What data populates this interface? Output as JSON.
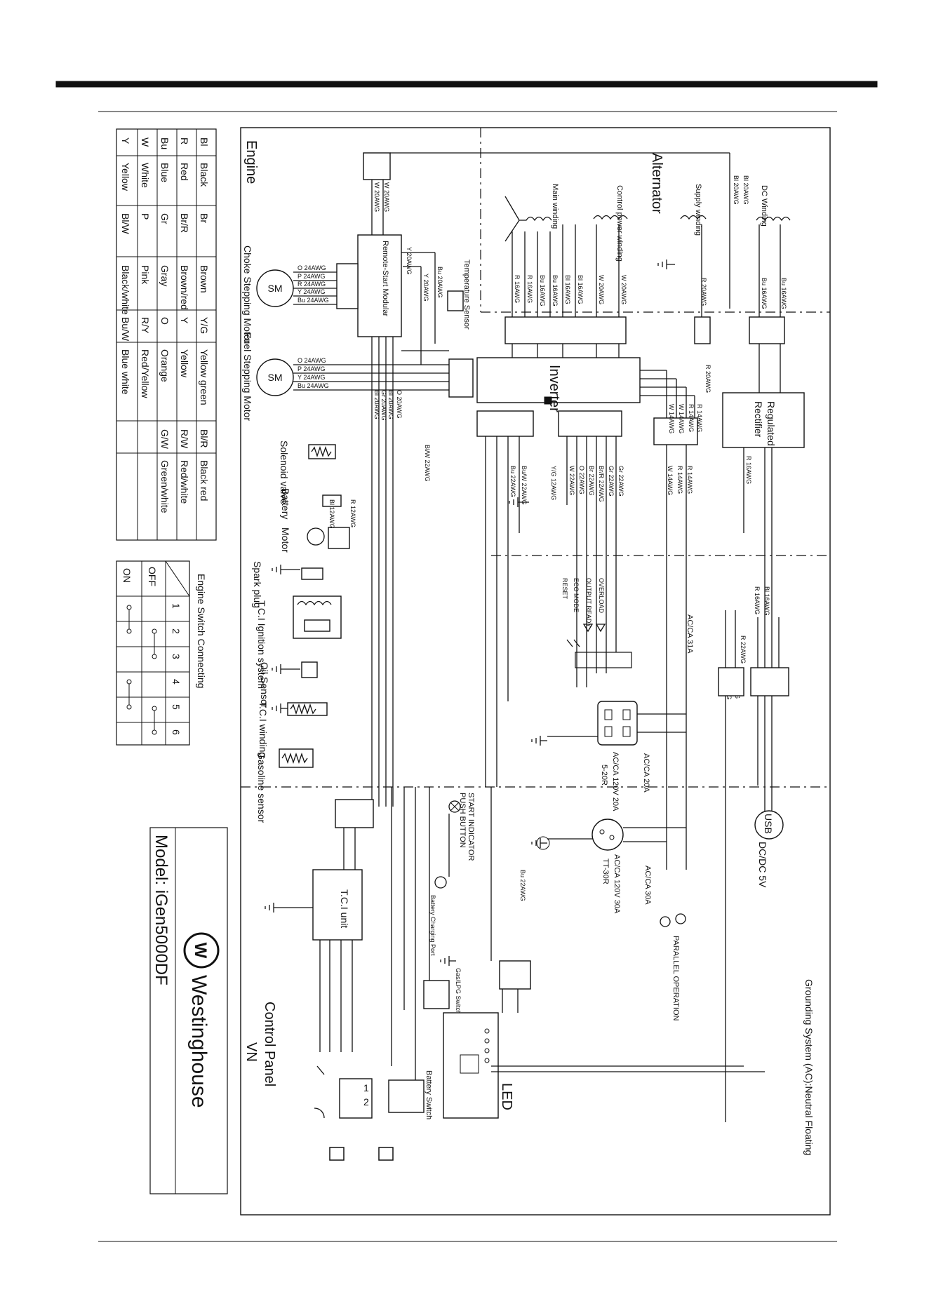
{
  "sections": {
    "engine": "Engine",
    "alternator": "Alternator",
    "control_panel": "Control Panel",
    "control_panel_sub": "VN",
    "grounding": "Grounding System (AC):Neutral Floating"
  },
  "components": {
    "inverter": "Inverter",
    "rectifier_line1": "Regulated",
    "rectifier_line2": "Rectifier",
    "remote_start": "Remote-Start Modular",
    "tci_unit": "T.C.I unit",
    "temperature_sensor": "Temperature Sensor",
    "usb": "USB",
    "usb_rating": "DC/DC 5V",
    "choke_motor": "Choke Stepping Motor",
    "fuel_motor": "Fuel Stepping Motor",
    "sm": "SM",
    "solenoid_valve": "Solenoid valve",
    "battery": "Battery",
    "motor": "Motor",
    "spark_plug": "Spark plug",
    "tci_ignition": "T.C.I Ignition system",
    "oil_sensor": "Oil Sensor",
    "tci_winding": "T.C.I winding",
    "gasoline_sensor": "Gasoline sensor",
    "main_winding": "Main winding",
    "control_power_winding": "Control power winding",
    "supply_winding": "Supply winding",
    "dc_winding": "DC Winding",
    "start_indicator": "START INDICATOR",
    "push_button": "PUSH BUTTON",
    "battery_charging_port": "Battery Charging Port",
    "gas_lpg_switch": "Gas/LPG Switch",
    "battery_switch": "Battery Switch",
    "led": "LED",
    "parallel_operation": "PARALLEL OPERATION",
    "outlet_20a_line1": "AC/CA 120V 20A",
    "outlet_20a_line2": "5-20R",
    "outlet_30a_line1": "AC/CA 120V 30A",
    "outlet_30a_line2": "TT-30R",
    "breaker_20a": "AC/CA 20A",
    "breaker_30a": "AC/CA 30A",
    "breaker_31a": "AC/CA 31A",
    "indicator_overload": "OVERLOAD",
    "indicator_output_ready": "OUTPUT READY",
    "indicator_eco_mode": "ECO MODE",
    "indicator_reset": "RESET"
  },
  "wire_labels": {
    "choke": [
      "O 24AWG",
      "P 24AWG",
      "R 24AWG",
      "Y 24AWG",
      "Bu 24AWG"
    ],
    "fuel": [
      "O 24AWG",
      "P 24AWG",
      "Y 24AWG",
      "Bu 24AWG"
    ],
    "inverter_left_bottom": [
      "Bl 20AWG",
      "Gr 20AWG",
      "Bl 20AWG",
      "O 20AWG"
    ],
    "inverter_bottom": [
      "Bu 22AWG",
      "Bu/W 22AWG",
      "Y/G 12AWG",
      "W 22AWG",
      "O 22AWG",
      "Br 22AWG",
      "Br/R 22AWG",
      "Gr 22AWG",
      "Gr 22AWG",
      "W 14AWG",
      "R 14AWG",
      "R 14AWG"
    ],
    "alternator_top": [
      "R 16AWG",
      "R 16AWG",
      "Bu 16AWG",
      "Bu 16AWG",
      "Bl 16AWG",
      "Bl 16AWG",
      "W 20AWG",
      "W 20AWG"
    ],
    "inverter_right": [
      "W 14AWG",
      "W 14AWG",
      "R 14AWG",
      "R 14AWG"
    ],
    "misc": [
      "W 20AWG",
      "W 20AWG",
      "Y 20AWG",
      "Y 20AWG",
      "Bu 20AWG",
      "Bl/W 22AWG",
      "R 12AWG",
      "Bl 12AWG",
      "R 20AWG",
      "R 20AWG",
      "Bu 16AWG",
      "Bu 16AWG",
      "Bl 20AWG",
      "Bl 20AWG",
      "R 16AWG",
      "R 20AWG",
      "Bl 20AWG",
      "R 22AWG",
      "Bl 16AWG",
      "R 16AWG",
      "Bu 22AWG"
    ]
  },
  "color_legend": [
    [
      "Bl",
      "Black",
      "Br",
      "Brown",
      "Y/G",
      "Yellow green",
      "Bl/R",
      "Black red"
    ],
    [
      "R",
      "Red",
      "Br/R",
      "Brown/red",
      "Y",
      "Yellow",
      "R/W",
      "Red/white"
    ],
    [
      "Bu",
      "Blue",
      "Gr",
      "Gray",
      "O",
      "Orange",
      "G/W",
      "Green/white"
    ],
    [
      "W",
      "White",
      "P",
      "Pink",
      "R/Y",
      "Red/Yellow",
      "",
      ""
    ],
    [
      "Y",
      "Yellow",
      "Bl/W",
      "Black/white",
      "Bu/W",
      "Blue white",
      "",
      ""
    ]
  ],
  "engine_switch": {
    "title": "Engine Switch Connecting",
    "header": [
      "1",
      "2",
      "3",
      "4",
      "5",
      "6"
    ],
    "rows": [
      "OFF",
      "ON"
    ]
  },
  "model": {
    "label": "Model: iGen5000DF",
    "brand": "Westinghouse"
  }
}
